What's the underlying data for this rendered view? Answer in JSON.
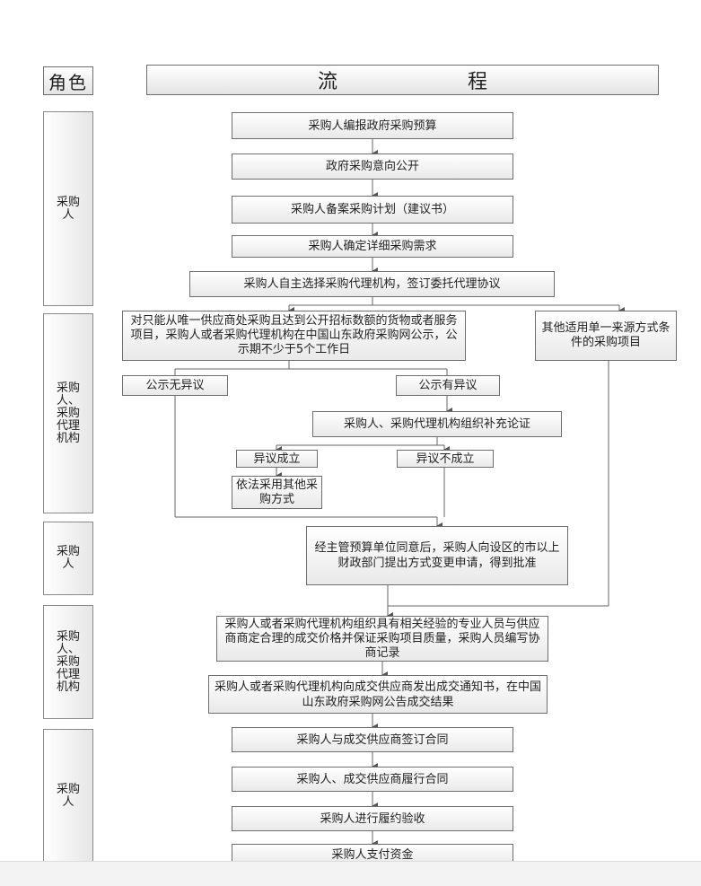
{
  "header": {
    "role_label": "角色",
    "flow_char_1": "流",
    "flow_char_2": "程"
  },
  "roles": [
    "采购人",
    "采购人、采购代理机构",
    "采购人",
    "采购人、采购代理机构",
    "采购人"
  ],
  "steps": {
    "s1": "采购人编报政府采购预算",
    "s2": "政府采购意向公开",
    "s3": "采购人备案采购计划（建议书）",
    "s4": "采购人确定详细采购需求",
    "s5": "采购人自主选择采购代理机构，签订委托代理协议",
    "s6": "对只能从唯一供应商处采购且达到公开招标数额的货物或者服务项目，采购人或者采购代理机构在中国山东政府采购网公示，公示期不少于5个工作日",
    "s7": "其他适用单一来源方式条件的采购项目",
    "s8": "公示无异议",
    "s9": "公示有异议",
    "s10": "采购人、采购代理机构组织补充论证",
    "s11": "异议成立",
    "s12": "异议不成立",
    "s13": "依法采用其他采购方式",
    "s14": "经主管预算单位同意后，采购人向设区的市以上财政部门提出方式变更申请，得到批准",
    "s15": "采购人或者采购代理机构组织具有相关经验的专业人员与供应商商定合理的成交价格并保证采购项目质量，采购人员编写协商记录",
    "s16": "采购人或者采购代理机构向成交供应商发出成交通知书，在中国山东政府采购网公告成交结果",
    "s17": "采购人与成交供应商签订合同",
    "s18": "采购人、成交供应商履行合同",
    "s19": "采购人进行履约验收",
    "s20": "采购人支付资金"
  }
}
